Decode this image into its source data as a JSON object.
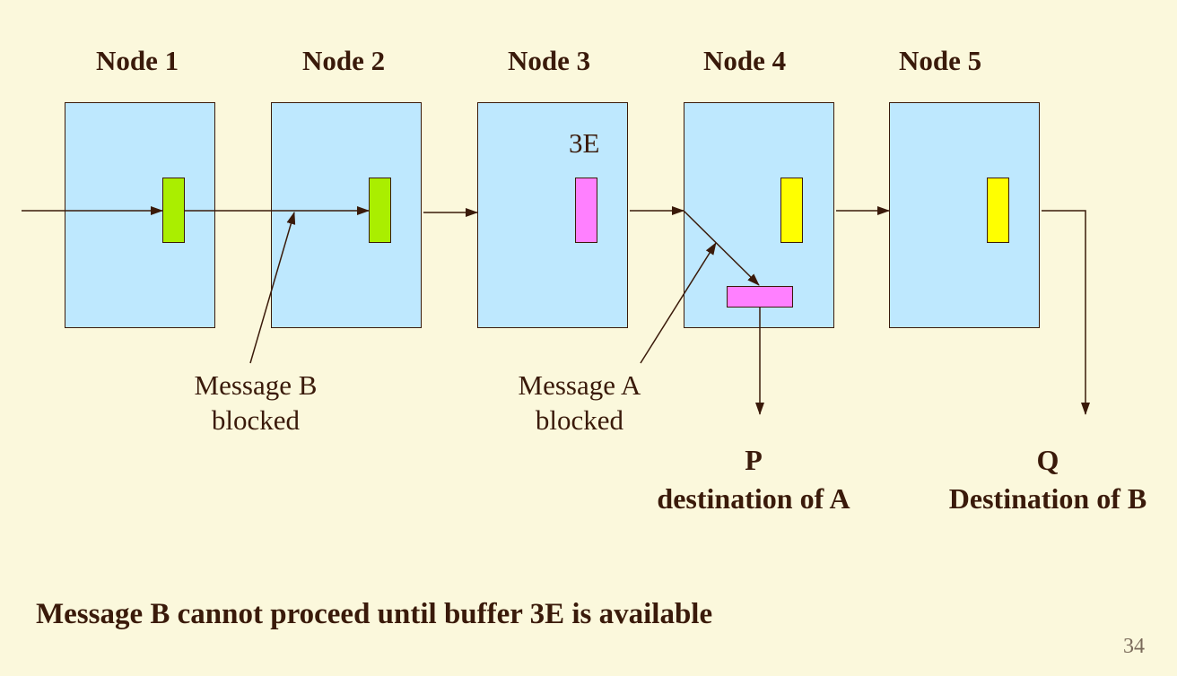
{
  "nodes": [
    {
      "label": "Node 1"
    },
    {
      "label": "Node 2"
    },
    {
      "label": "Node 3"
    },
    {
      "label": "Node 4"
    },
    {
      "label": "Node 5"
    }
  ],
  "buffer_label": "3E",
  "annotations": {
    "message_b": {
      "line1": "Message B",
      "line2": "blocked"
    },
    "message_a": {
      "line1": "Message A",
      "line2": "blocked"
    }
  },
  "destinations": {
    "p": {
      "letter": "P",
      "text": "destination of A"
    },
    "q": {
      "letter": "Q",
      "text": "Destination of B"
    }
  },
  "caption": "Message B cannot proceed until buffer 3E is available",
  "slide_number": "34",
  "colors": {
    "background": "#fbf8dc",
    "node_fill": "#bee8fe",
    "green_buffer": "#aaee00",
    "pink_buffer": "#ff80ff",
    "yellow_buffer": "#ffff00",
    "ink": "#3a1a0a"
  }
}
